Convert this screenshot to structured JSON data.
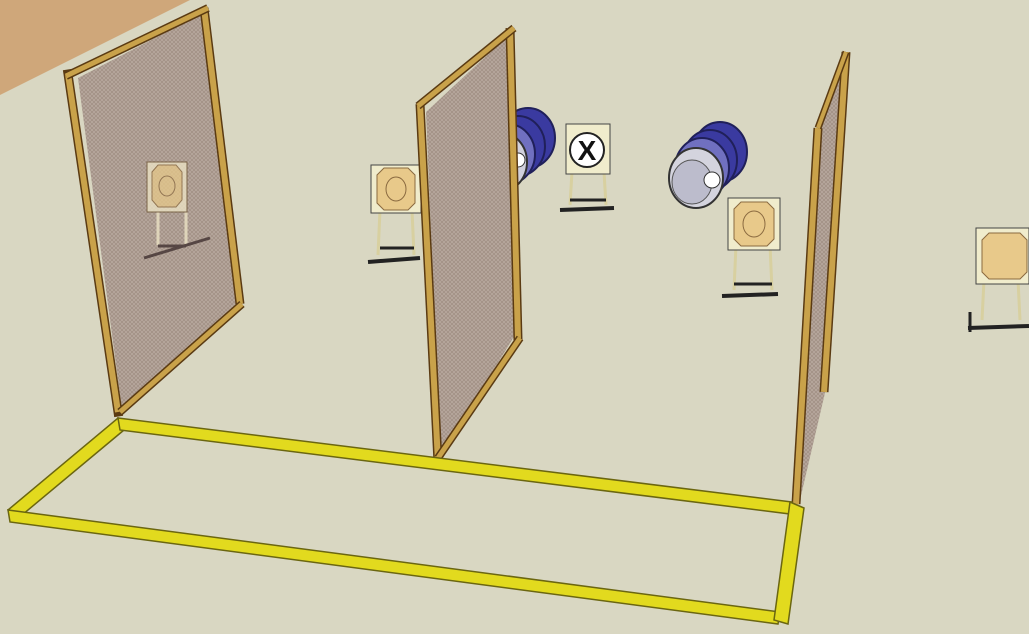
{
  "scene": {
    "kind": "shooting-stage-layout",
    "colors": {
      "ground": "#d9d7c2",
      "floor_wood": "#cfa77a",
      "frame_wood": "#c9a24a",
      "frame_edge": "#5a3a12",
      "mesh": "#b8a89c",
      "fault_line": "#e2da1e",
      "fault_line_edge": "#6b6610",
      "target_tan": "#e8c98a",
      "target_post": "#e8e4b8",
      "stand_base": "#2a2a2a",
      "barrel_blue": "#3a3aa0",
      "barrel_light": "#cfcfd8",
      "no_shoot_white": "#ffffff"
    },
    "elements": {
      "barricades": [
        "barricade-left",
        "barricade-center",
        "barricade-right"
      ],
      "targets": [
        "target-behind-left-wall",
        "target-center-left",
        "target-center-right",
        "target-far-right"
      ],
      "no_shoot": [
        "no-shoot-target"
      ],
      "steel_poppers": [
        "barrel-popper-left",
        "barrel-popper-right"
      ],
      "fault_lines": [
        "shooting-box-fault-line"
      ]
    },
    "no_shoot_mark": "X"
  }
}
